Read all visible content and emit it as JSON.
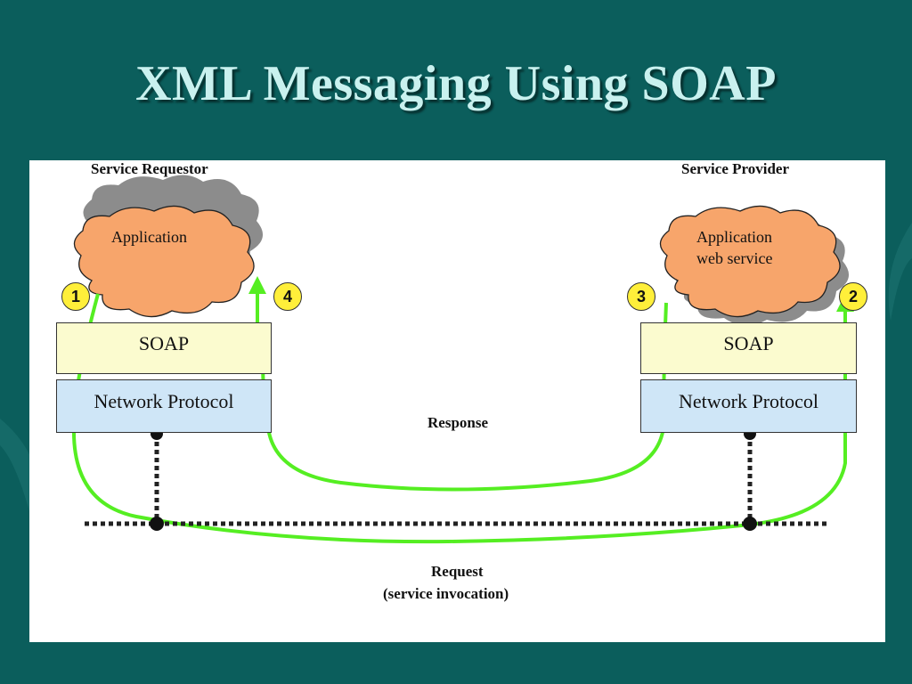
{
  "slide": {
    "title": "XML Messaging Using SOAP"
  },
  "requestor": {
    "label": "Service Requestor",
    "cloud": "Application",
    "soap": "SOAP",
    "network": "Network Protocol",
    "step_out": "1",
    "step_in": "4"
  },
  "provider": {
    "label": "Service Provider",
    "cloud_line1": "Application",
    "cloud_line2": "web service",
    "soap": "SOAP",
    "network": "Network Protocol",
    "step_in": "2",
    "step_out": "3"
  },
  "flows": {
    "response": "Response",
    "request_line1": "Request",
    "request_line2": "(service invocation)"
  },
  "colors": {
    "background": "#0b5e5c",
    "title": "#c9f1ef",
    "cloud": "#f7a56b",
    "arrow": "#55ee22",
    "soap_box": "#fbfbcf",
    "network_box": "#cfe6f7",
    "badge": "#ffef3a"
  }
}
